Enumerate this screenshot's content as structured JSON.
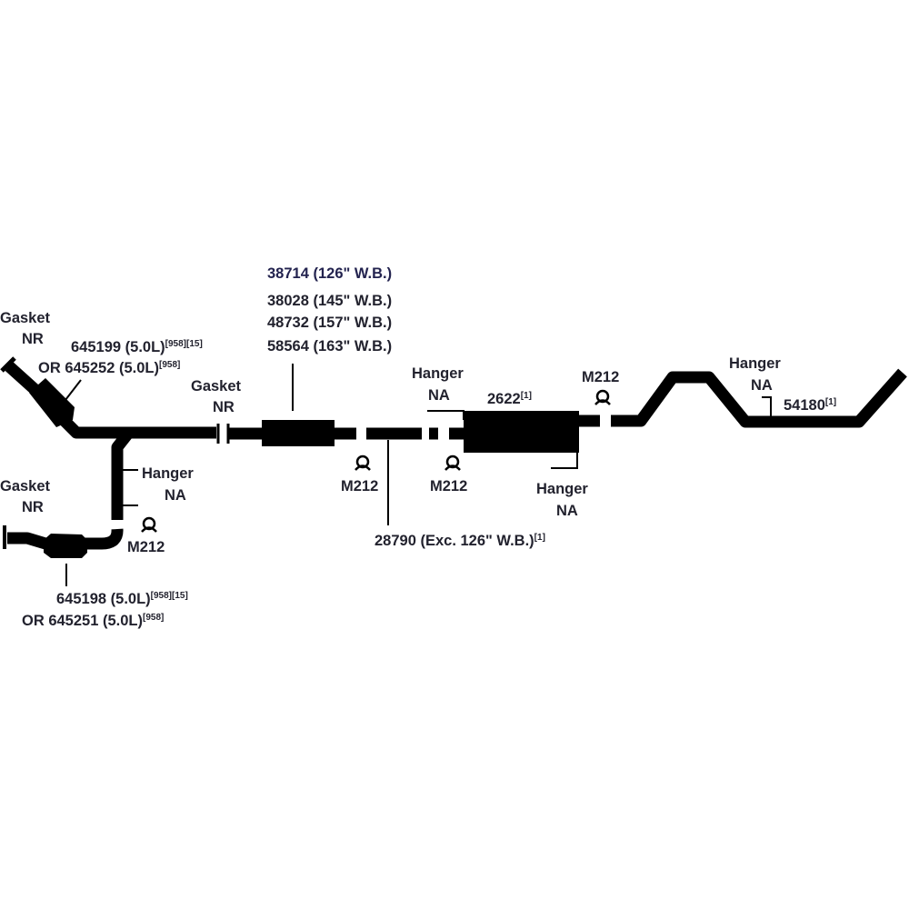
{
  "diagram": {
    "front_pipe_upper": {
      "gasket_label": "Gasket",
      "gasket_sub": "NR",
      "part_line1": "645199 (5.0L)",
      "part_line1_sup": "[958][15]",
      "part_line2": "OR 645252 (5.0L)",
      "part_line2_sup": "[958]"
    },
    "front_pipe_lower": {
      "gasket_label": "Gasket",
      "gasket_sub": "NR",
      "part_line1": "645198 (5.0L)",
      "part_line1_sup": "[958][15]",
      "part_line2": "OR 645251 (5.0L)",
      "part_line2_sup": "[958]"
    },
    "y_pipe": {
      "hanger_label": "Hanger",
      "hanger_sub": "NA",
      "clamp": "M212"
    },
    "mid_gasket": {
      "label": "Gasket",
      "sub": "NR"
    },
    "resonator_parts": [
      "38714 (126\" W.B.)",
      "38028 (145\" W.B.)",
      "48732 (157\" W.B.)",
      "58564 (163\" W.B.)"
    ],
    "clamp_a": "M212",
    "clamp_b": "M212",
    "intermediate_pipe": {
      "part": "28790 (Exc. 126\" W.B.)",
      "sup": "[1]"
    },
    "muffler": {
      "part": "2622",
      "sup": "[1]",
      "hanger_front_label": "Hanger",
      "hanger_front_sub": "NA",
      "hanger_rear_label": "Hanger",
      "hanger_rear_sub": "NA"
    },
    "clamp_c": "M212",
    "tailpipe": {
      "part": "54180",
      "sup": "[1]",
      "hanger_label": "Hanger",
      "hanger_sub": "NA"
    }
  }
}
